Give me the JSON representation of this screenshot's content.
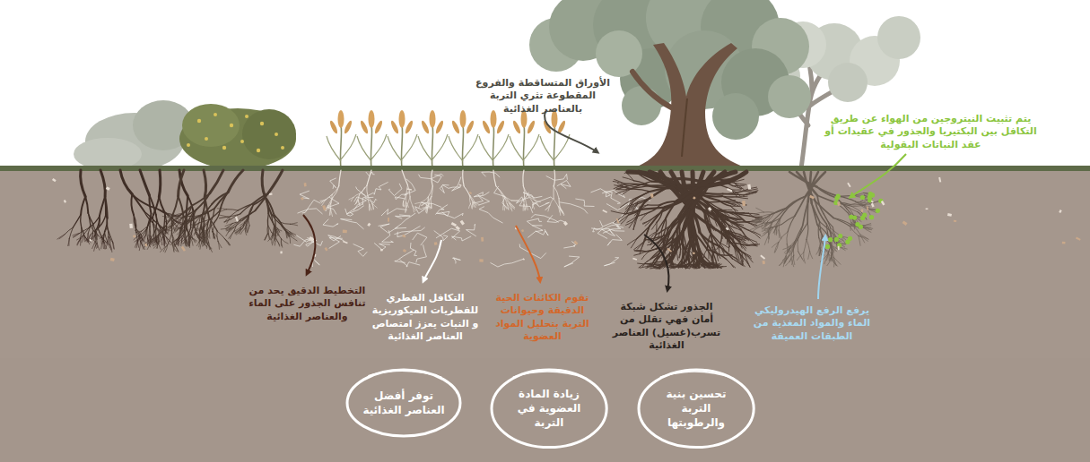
{
  "diagram": {
    "nodes": [
      {
        "text": [
          "تحسين بنية التربة والرطوبتها"
        ]
      },
      {
        "text": [
          "زيادة المادة العضوية في التربة"
        ]
      },
      {
        "text": [
          "توفر أفضل العناصر الغذائية"
        ]
      }
    ],
    "labels": [
      "الأوراق المتساقطة والفروع المقطوعة تثري التربة بالعناصر الغذائية",
      "يتم تثبيت النيتروجين من الهواء عن طريق التكافل بين البكتيريا والجذور في عقيدات أو عقد النباتات البقولية",
      "التخطيط الدقيق يحد من تنافس الجذور على الماء والعناصر الغذائية",
      "التكافل الفطري للفطريات الميكوريزية و النبات يعزز امتصاص العناصر الغذائية",
      "تقوم الكائنات الحية الدقيقة وحيوانات التربة بتحليل المواد العضوية",
      "الجذور تشكل شبكة أمان فهي تقلل من تسرب(غسيل) العناصر الغذائية",
      "يرفع الرفع الهيدروليكي الماء والمواد المغذية من الطبقات العميقة"
    ]
  }
}
